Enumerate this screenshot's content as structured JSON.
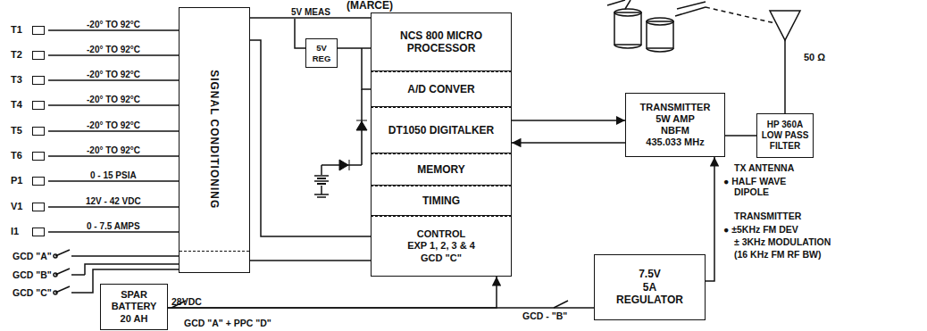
{
  "diagram": {
    "nodes": [
      {
        "text": [
          "T1"
        ]
      },
      {
        "text": [
          "T2"
        ]
      },
      {
        "text": [
          "T3"
        ]
      },
      {
        "text": [
          "T4"
        ]
      },
      {
        "text": [
          "T5"
        ]
      },
      {
        "text": [
          "T6"
        ]
      },
      {
        "text": [
          "P1"
        ]
      },
      {
        "text": [
          "V1"
        ]
      },
      {
        "text": [
          "I1"
        ]
      },
      {
        "text": [
          "SPAR",
          "BATTERY",
          "20 AH"
        ]
      },
      {
        "text": [
          "SIGNAL CONDITIONING"
        ]
      },
      {
        "text": [
          "5V REG"
        ]
      },
      {
        "text": [
          "NCS 800 MICRO PROCESSOR"
        ]
      },
      {
        "text": [
          "A/D CONVER"
        ]
      },
      {
        "text": [
          "DT1050 DIGITALKER"
        ]
      },
      {
        "text": [
          "MEMORY"
        ]
      },
      {
        "text": [
          "TIMING"
        ]
      },
      {
        "text": [
          "CONTROL",
          "EXP 1, 2, 3 & 4 GCD \"C\""
        ]
      },
      {
        "text": [
          "TRANSMITTER",
          "5W AMP",
          "NBFM",
          "435.033 MHz"
        ]
      },
      {
        "text": [
          "HP 360A",
          "LOW PASS",
          "FILTER"
        ]
      },
      {
        "text": [
          "7.5V",
          "5A",
          "REGULATOR"
        ]
      }
    ],
    "edges": [
      {
        "from": 0,
        "to": 10,
        "label": "-20° TO 92°C",
        "arrow": "none"
      },
      {
        "from": 1,
        "to": 10,
        "label": "-20° TO 92°C",
        "arrow": "none"
      },
      {
        "from": 2,
        "to": 10,
        "label": "-20° TO 92°C",
        "arrow": "none"
      },
      {
        "from": 3,
        "to": 10,
        "label": "-20° TO 92°C",
        "arrow": "none"
      },
      {
        "from": 4,
        "to": 10,
        "label": "-20° TO 92°C",
        "arrow": "none"
      },
      {
        "from": 5,
        "to": 10,
        "label": "-20° TO 92°C",
        "arrow": "none"
      },
      {
        "from": 6,
        "to": 10,
        "label": "0 - 15 PSIA",
        "arrow": "none"
      },
      {
        "from": 7,
        "to": 10,
        "label": "12V - 42 VDC",
        "arrow": "none"
      },
      {
        "from": 8,
        "to": 10,
        "label": "0 - 7.5 AMPS",
        "arrow": "none"
      },
      {
        "from": 10,
        "to": 12,
        "label": "5V MEAS",
        "arrow": "none"
      },
      {
        "from": 14,
        "to": 18,
        "arrow": "to"
      },
      {
        "from": 18,
        "to": 14,
        "arrow": "to"
      },
      {
        "from": 18,
        "to": 19,
        "arrow": "none"
      },
      {
        "from": 20,
        "to": 18,
        "arrow": "to"
      },
      {
        "from": 9,
        "to": 17,
        "arrow": "to"
      },
      {
        "from": 9,
        "to": 20,
        "arrow": "none"
      }
    ],
    "labels": [
      "(MARCE)",
      "GCD \"A\"",
      "GCD \"B\"",
      "GCD \"C\"",
      "28VDC",
      "GCD \"A\" + PPC \"D\"",
      "GCD - \"B\"",
      "50 Ω",
      "TX ANTENNA",
      "● HALF WAVE DIPOLE",
      "TRANSMITTER",
      "● ±5KHz FM DEV",
      "± 3KHz MODULATION",
      "(16 KHz FM RF BW)"
    ]
  }
}
